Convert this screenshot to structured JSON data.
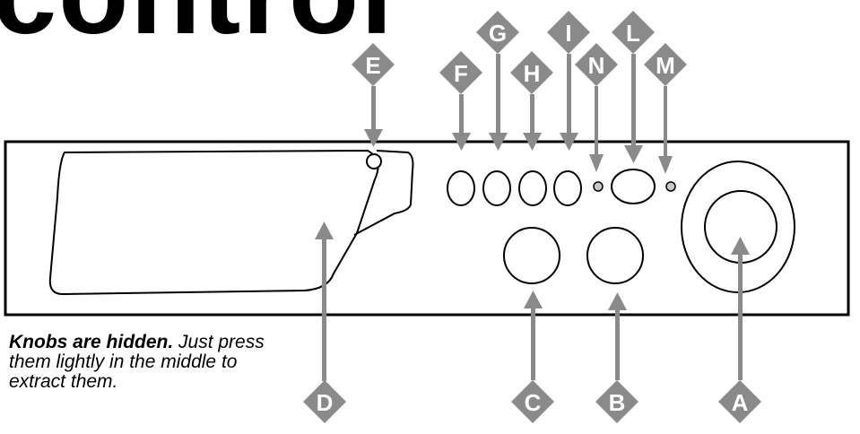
{
  "heading": "control",
  "note": {
    "bold": "Knobs are hidden.",
    "rest": " Just press them lightly in the middle to extract them."
  },
  "colors": {
    "callout": "#8a8a8a",
    "line": "#000000"
  },
  "callouts": [
    {
      "id": "e",
      "letter": "E"
    },
    {
      "id": "f",
      "letter": "F"
    },
    {
      "id": "g",
      "letter": "G"
    },
    {
      "id": "h",
      "letter": "H"
    },
    {
      "id": "i",
      "letter": "I"
    },
    {
      "id": "n",
      "letter": "N"
    },
    {
      "id": "l",
      "letter": "L"
    },
    {
      "id": "m",
      "letter": "M"
    },
    {
      "id": "d",
      "letter": "D"
    },
    {
      "id": "c",
      "letter": "C"
    },
    {
      "id": "b",
      "letter": "B"
    },
    {
      "id": "a",
      "letter": "A"
    }
  ]
}
